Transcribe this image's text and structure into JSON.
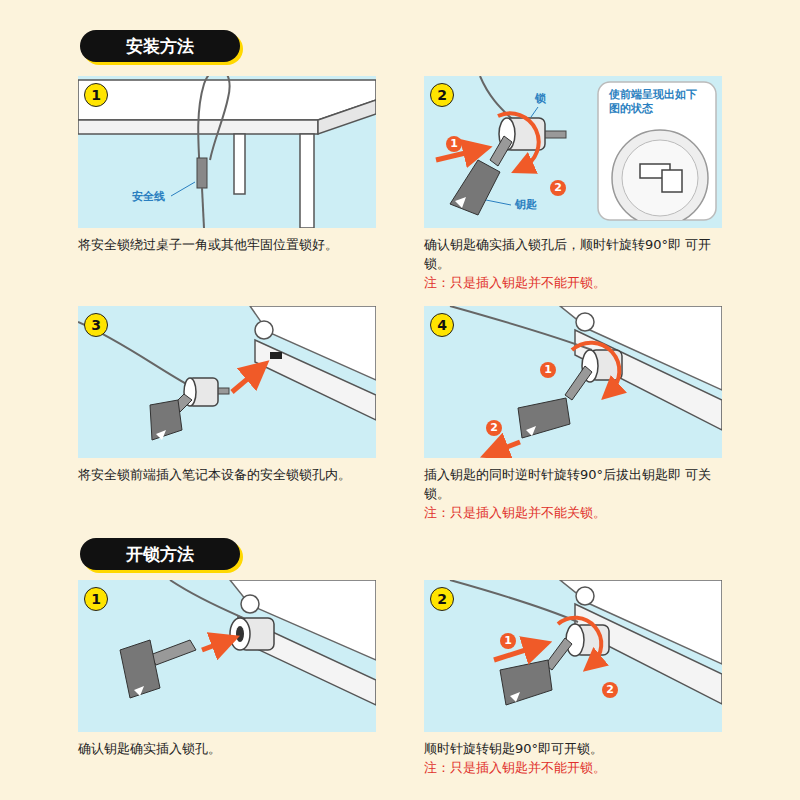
{
  "diagram": {
    "nodes": [
      {
        "text": [
          "安装方法"
        ]
      },
      {
        "text": [
          "将安全锁绕过桌子一角或其他牢固位置锁好。"
        ]
      },
      {
        "text": [
          "1"
        ],
        "in": 1
      },
      {
        "text": [
          "确认钥匙确实插入锁孔后，顺时针旋转90°即 可开锁。",
          "注：只是插入钥匙并不能开锁。"
        ]
      },
      {
        "text": [
          "2"
        ],
        "in": 3
      },
      {
        "text": [
          "使前端呈现出如下 图的状态"
        ],
        "in": 3
      },
      {
        "text": [
          "将安全锁前端插入笔记本设备的安全锁锁孔内。"
        ]
      },
      {
        "text": [
          "3"
        ],
        "in": 6
      },
      {
        "text": [
          "插入钥匙的同时逆时针旋转90°后拔出钥匙即 可关锁。",
          "注：只是插入钥匙并不能关锁。"
        ]
      },
      {
        "text": [
          "4"
        ],
        "in": 8
      },
      {
        "text": [
          "开锁方法"
        ]
      },
      {
        "text": [
          "确认钥匙确实插入锁孔。"
        ]
      },
      {
        "text": [
          "1"
        ],
        "in": 11
      },
      {
        "text": [
          "顺时针旋转钥匙90°即可开锁。",
          "注：只是插入钥匙并不能开锁。"
        ]
      },
      {
        "text": [
          "2"
        ],
        "in": 13
      }
    ],
    "labels": [
      "安全线",
      "1",
      "锁",
      "2",
      "钥匙",
      "1",
      "2",
      "1",
      "2"
    ]
  }
}
